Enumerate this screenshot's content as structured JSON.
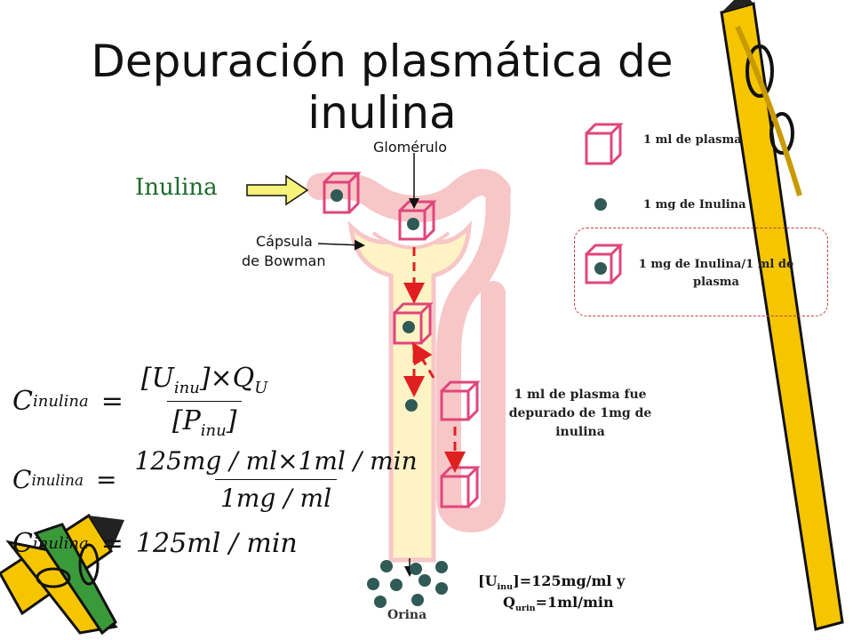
{
  "title": "Depuración plasmática de inulina",
  "labels": {
    "inulina": "Inulina",
    "glomerulo": "Glomérulo",
    "capsula_line1": "Cápsula",
    "capsula_line2": "de Bowman",
    "orina": "Orina",
    "depurado": "1 ml de plasma fue depurado de 1mg de inulina"
  },
  "legend": {
    "plasma": "1 ml de plasma",
    "inulina_mg": "1 mg de Inulina",
    "ratio": "1 mg de Inulina/1 ml de plasma"
  },
  "conditions": {
    "u_prefix": "[U",
    "u_sub": "inu",
    "u_suffix": "]=125mg/ml  y",
    "q_prefix": "Q",
    "q_sub": "urin",
    "q_suffix": "=1ml/min"
  },
  "formulas": {
    "c": "C",
    "c_sub": "inulina",
    "eq": "=",
    "f1_num": "[U",
    "f1_num_sub": "inu",
    "f1_num_rest": "]×Q",
    "f1_num_sub2": "U",
    "f1_den": "[P",
    "f1_den_sub": "inu",
    "f1_den_rest": "]",
    "f2_num": "125mg / ml×1ml / min",
    "f2_den": "1mg / ml",
    "f3_rhs": "125ml / min"
  },
  "colors": {
    "tubule": "#f7c6c7",
    "tubule_fill": "#fdf3c4",
    "cube": "#e0457b",
    "dot": "#2f5a55",
    "arrow": "#e02020",
    "green": "#1f6b2a",
    "crayon_yellow": "#f5c500"
  },
  "icons": [
    "crayon-icon",
    "cube-icon",
    "dot-icon"
  ]
}
